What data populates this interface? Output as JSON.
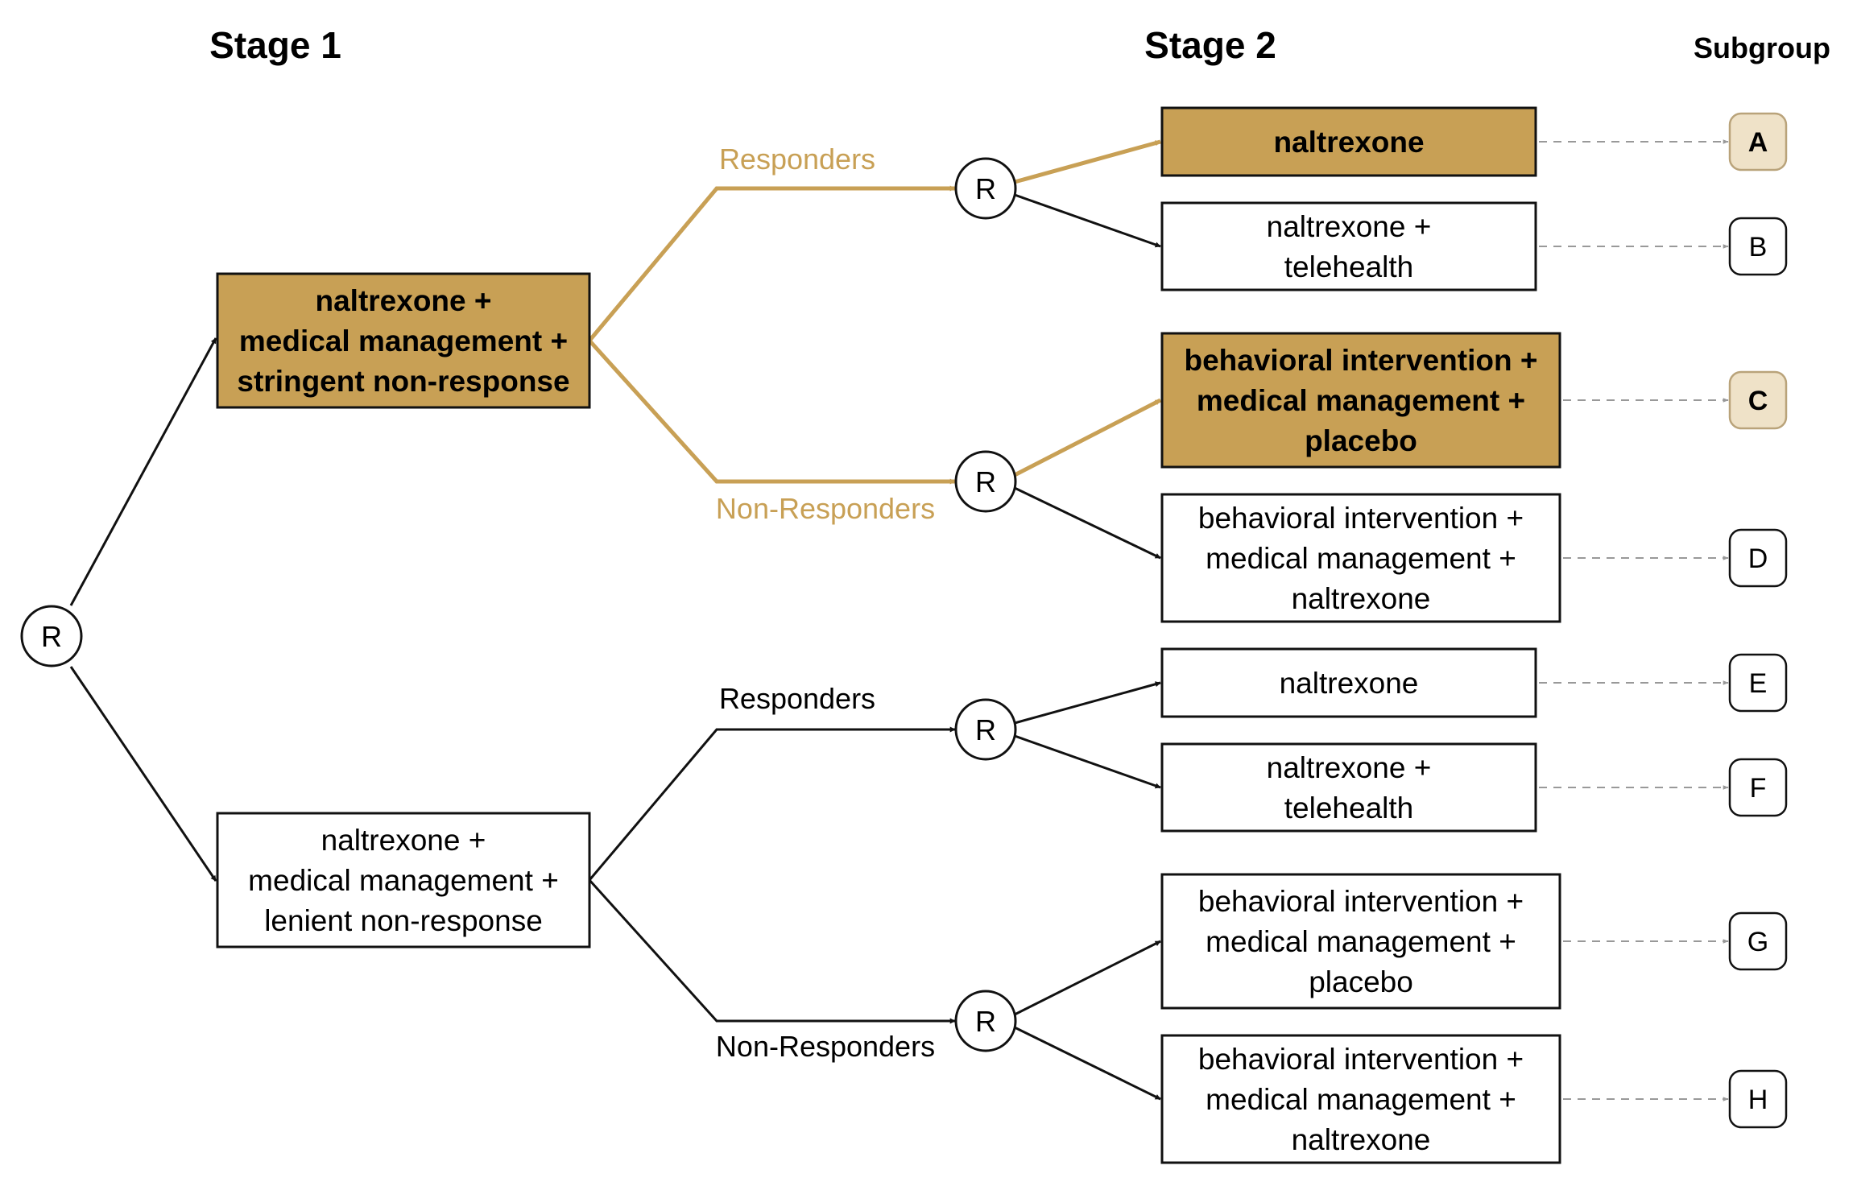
{
  "headers": {
    "stage1": "Stage 1",
    "stage2": "Stage 2",
    "subgroup": "Subgroup"
  },
  "colors": {
    "highlight": "#c8a055",
    "highlight_light": "#efe2c8",
    "stroke": "#111111",
    "dash": "#999999"
  },
  "randomizer_label": "R",
  "stage1": [
    {
      "lines": [
        "naltrexone +",
        "medical management +",
        "stringent non-response"
      ],
      "highlighted": true
    },
    {
      "lines": [
        "naltrexone +",
        "medical management +",
        "lenient non-response"
      ],
      "highlighted": false
    }
  ],
  "branch_labels": [
    {
      "text": "Responders",
      "highlighted": true
    },
    {
      "text": "Non-Responders",
      "highlighted": true
    },
    {
      "text": "Responders",
      "highlighted": false
    },
    {
      "text": "Non-Responders",
      "highlighted": false
    }
  ],
  "stage2": [
    {
      "lines": [
        "naltrexone"
      ],
      "highlighted": true,
      "subgroup": "A"
    },
    {
      "lines": [
        "naltrexone +",
        "telehealth"
      ],
      "highlighted": false,
      "subgroup": "B"
    },
    {
      "lines": [
        "behavioral intervention +",
        "medical management +",
        "placebo"
      ],
      "highlighted": true,
      "subgroup": "C"
    },
    {
      "lines": [
        "behavioral intervention +",
        "medical management +",
        "naltrexone"
      ],
      "highlighted": false,
      "subgroup": "D"
    },
    {
      "lines": [
        "naltrexone"
      ],
      "highlighted": false,
      "subgroup": "E"
    },
    {
      "lines": [
        "naltrexone +",
        "telehealth"
      ],
      "highlighted": false,
      "subgroup": "F"
    },
    {
      "lines": [
        "behavioral intervention +",
        "medical management +",
        "placebo"
      ],
      "highlighted": false,
      "subgroup": "G"
    },
    {
      "lines": [
        "behavioral intervention +",
        "medical management +",
        "naltrexone"
      ],
      "highlighted": false,
      "subgroup": "H"
    }
  ]
}
